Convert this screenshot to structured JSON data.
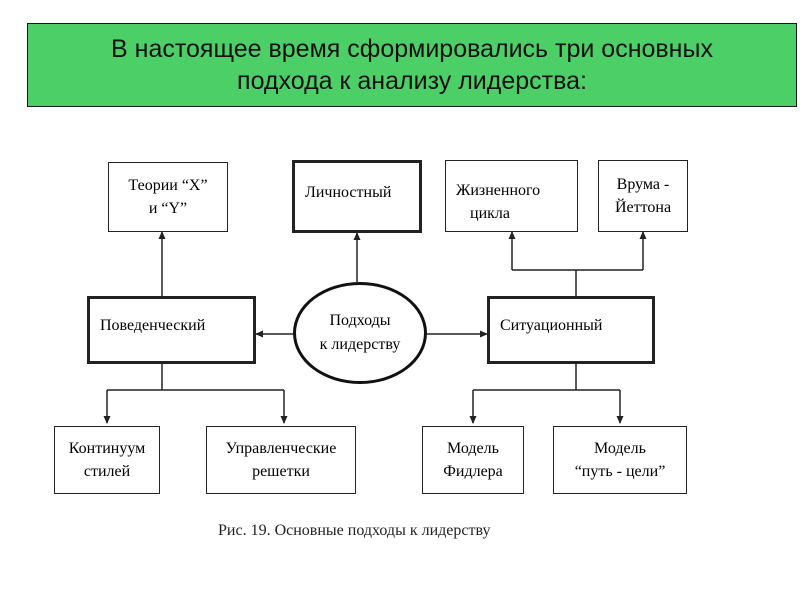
{
  "banner": {
    "line1": "В настоящее время сформировались три основных",
    "line2": "подхода к анализу лидерства:"
  },
  "diagram": {
    "center": {
      "line1": "Подходы",
      "line2": "к лидерству"
    },
    "theories_xy": {
      "line1": "Теории “X”",
      "line2": "и “Y”"
    },
    "personal": "Личностный",
    "life_cycle": {
      "line1": "Жизненного",
      "line2": "цикла"
    },
    "vroom_yetton": {
      "line1": "Врума -",
      "line2": "Йеттона"
    },
    "behavioral": "Поведенческий",
    "situational": "Ситуационный",
    "continuum": {
      "line1": "Континуум",
      "line2": "стилей"
    },
    "managerial_grid": {
      "line1": "Управленческие",
      "line2": "решетки"
    },
    "fiedler": {
      "line1": "Модель",
      "line2": "Фидлера"
    },
    "path_goal": {
      "line1": "Модель",
      "line2": "“путь - цели”"
    },
    "caption": "Рис. 19. Основные подходы к лидерству"
  },
  "colors": {
    "banner_bg": "#4ccf66",
    "line": "#222222"
  }
}
